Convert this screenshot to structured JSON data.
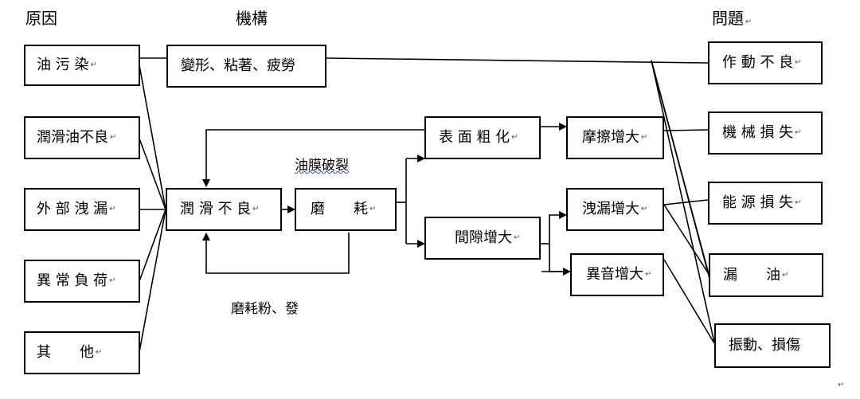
{
  "headers": {
    "cause": "原因",
    "mechanism": "機構",
    "problem": "問題"
  },
  "causes": [
    "油 污 染",
    "潤滑油不良",
    "外 部 洩 漏",
    "異 常 負 荷",
    "其　　他"
  ],
  "mechanisms": {
    "deformation": "變形、粘著、疲勞",
    "poor_lubrication": "潤 滑 不 良",
    "wear": "磨　　耗",
    "surface_rough": "表 面 粗 化",
    "gap_increase": "間隙增大",
    "friction_increase": "摩擦增大",
    "leak_increase": "洩漏增大",
    "noise_increase": "異音增大"
  },
  "labels": {
    "film_break": "油膜破裂",
    "wear_powder": "磨耗粉、發"
  },
  "problems": [
    "作 動 不 良",
    "機 械 損 失",
    "能 源 損 失",
    "漏　　油",
    "振動、損傷"
  ],
  "paragraph_mark": "↵"
}
